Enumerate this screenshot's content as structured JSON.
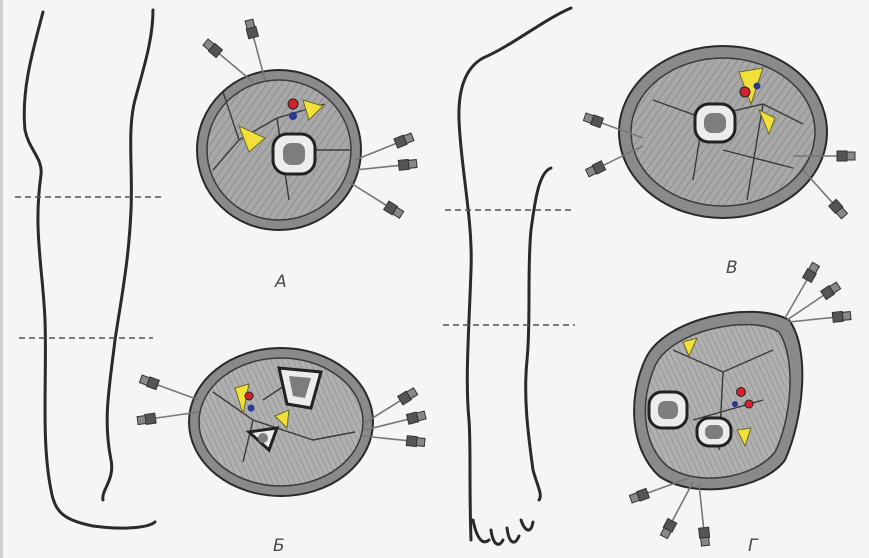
{
  "labels": {
    "a": "А",
    "b": "Б",
    "v": "В",
    "g": "Г"
  },
  "colors": {
    "background": "#f5f5f3",
    "outline": "#2a2a2a",
    "skin": "#8a8a8a",
    "muscle": "#a9a9a9",
    "bone_marrow": "#7d7d7d",
    "nerve": "#f2e03a",
    "artery": "#d2232a",
    "vein": "#2b3a8f",
    "cut_line": "#555555"
  },
  "icons": [
    "needle-icon"
  ]
}
